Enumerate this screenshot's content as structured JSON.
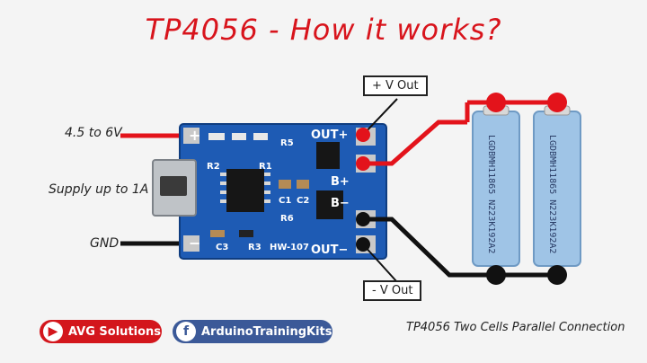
{
  "title": "TP4056 - How it works?",
  "labels": {
    "input_range": "4.5 to 6V",
    "supply": "Supply up to 1A",
    "gnd": "GND",
    "v_out_plus": "+ V Out",
    "v_out_minus": "- V Out"
  },
  "board": {
    "pins": {
      "plus": "+",
      "minus": "−",
      "out_plus": "OUT+",
      "b_plus": "B+",
      "b_minus": "B−",
      "out_minus": "OUT−"
    },
    "components": {
      "r2": "R2",
      "r1": "R1",
      "r5": "R5",
      "c1": "C1",
      "c2": "C2",
      "r6": "R6",
      "c3": "C3",
      "r3": "R3"
    },
    "model": "HW-107"
  },
  "cells": [
    {
      "text": "LGDBMH11865 N223K192A2"
    },
    {
      "text": "LGDBMH11865 N223K192A2"
    }
  ],
  "footer": {
    "youtube": "AVG Solutions",
    "facebook": "ArduinoTrainingKits",
    "caption": "TP4056 Two Cells Parallel Connection"
  },
  "colors": {
    "title": "#d8141c",
    "wire_red": "#e3131b",
    "wire_black": "#111111",
    "pcb": "#1e5bb4",
    "cell": "#9fc4e6"
  }
}
